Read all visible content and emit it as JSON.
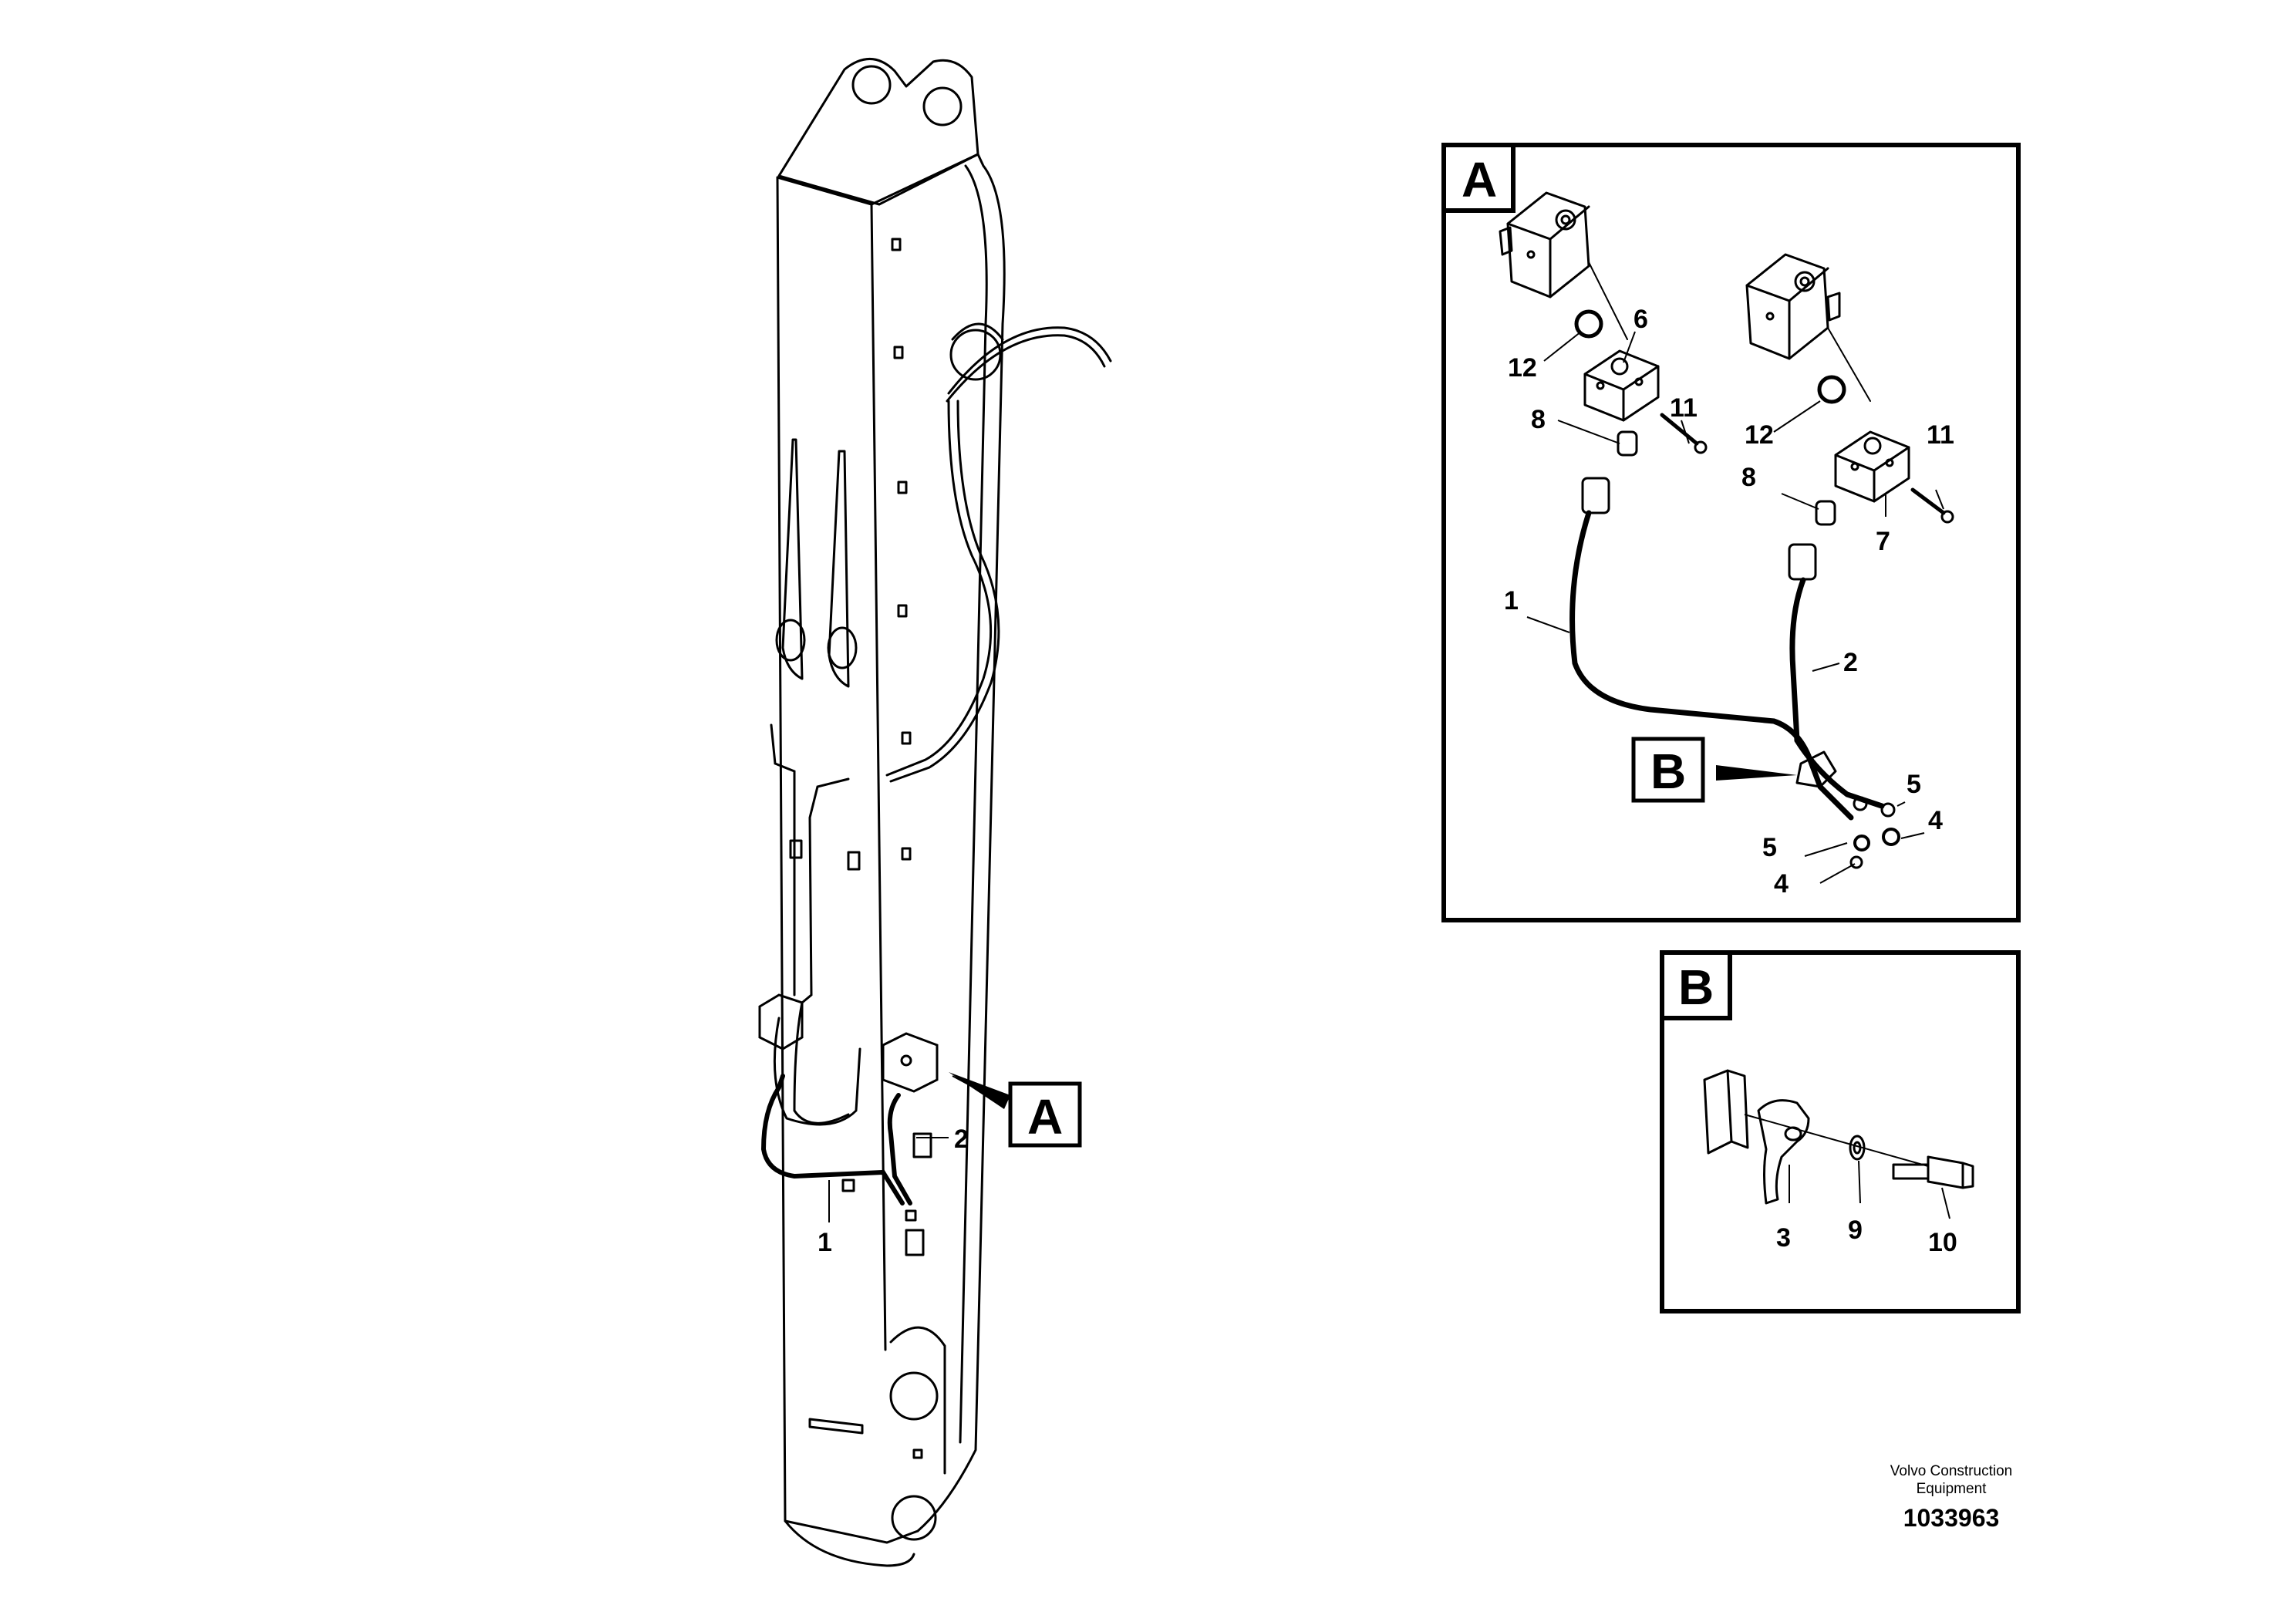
{
  "main_view": {
    "callouts": {
      "hose_1": "1",
      "hose_2": "2"
    },
    "detail_ref": "A"
  },
  "detail_a": {
    "label": "A",
    "callouts": {
      "hose_1": "1",
      "hose_2": "2",
      "nut_left": "4",
      "nut_right": "4",
      "washer_left": "5",
      "washer_right": "5",
      "block_left": "6",
      "block_right": "7",
      "nipple_left": "8",
      "nipple_right": "8",
      "screw_left": "11",
      "screw_right": "11",
      "oring_left": "12",
      "oring_right": "12"
    },
    "detail_ref": "B"
  },
  "detail_b": {
    "label": "B",
    "callouts": {
      "clamp": "3",
      "washer": "9",
      "screw": "10"
    }
  },
  "footer": {
    "brand_line1": "Volvo Construction",
    "brand_line2": "Equipment",
    "drawing_number": "1033963"
  }
}
